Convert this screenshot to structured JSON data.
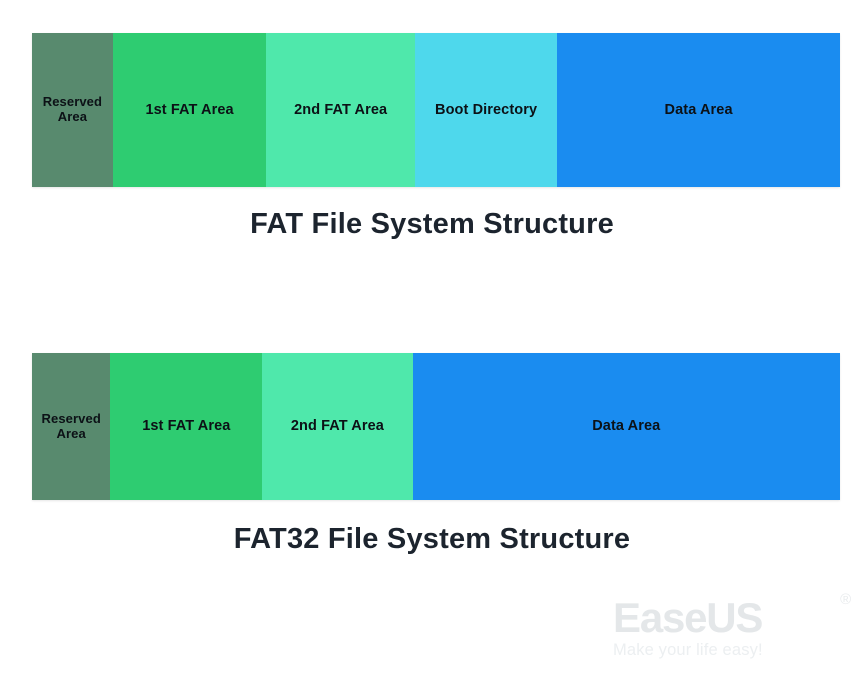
{
  "diagrams": [
    {
      "id": "fat-file-system-structure",
      "caption": "FAT File System Structure",
      "segments": [
        {
          "label": "Reserved\nArea",
          "color": "#588a6e",
          "width_pct": 10.0
        },
        {
          "label": "1st FAT Area",
          "color": "#2ecc71",
          "width_pct": 19.0
        },
        {
          "label": "2nd FAT Area",
          "color": "#4fe8ab",
          "width_pct": 18.4
        },
        {
          "label": "Boot Directory",
          "color": "#4ed8ec",
          "width_pct": 17.6
        },
        {
          "label": "Data Area",
          "color": "#1a8cf0",
          "width_pct": 35.0
        }
      ]
    },
    {
      "id": "fat32-file-system-structure",
      "caption": "FAT32 File System Structure",
      "segments": [
        {
          "label": "Reserved\nArea",
          "color": "#588a6e",
          "width_pct": 9.7
        },
        {
          "label": "1st FAT Area",
          "color": "#2ecc71",
          "width_pct": 18.8
        },
        {
          "label": "2nd FAT Area",
          "color": "#4fe8ab",
          "width_pct": 18.6
        },
        {
          "label": "Data Area",
          "color": "#1a8cf0",
          "width_pct": 52.9
        }
      ]
    }
  ],
  "watermark": {
    "brand": "EaseUS",
    "registered_mark": "®",
    "tagline": "Make your life easy!"
  },
  "colors": {
    "reserved_area": "#588a6e",
    "first_fat_area": "#2ecc71",
    "second_fat_area": "#4fe8ab",
    "boot_directory": "#4ed8ec",
    "data_area": "#1a8cf0",
    "caption_text": "#1c242e",
    "segment_text": "#0c1116",
    "background": "#ffffff",
    "watermark": "#e4e7e9"
  }
}
